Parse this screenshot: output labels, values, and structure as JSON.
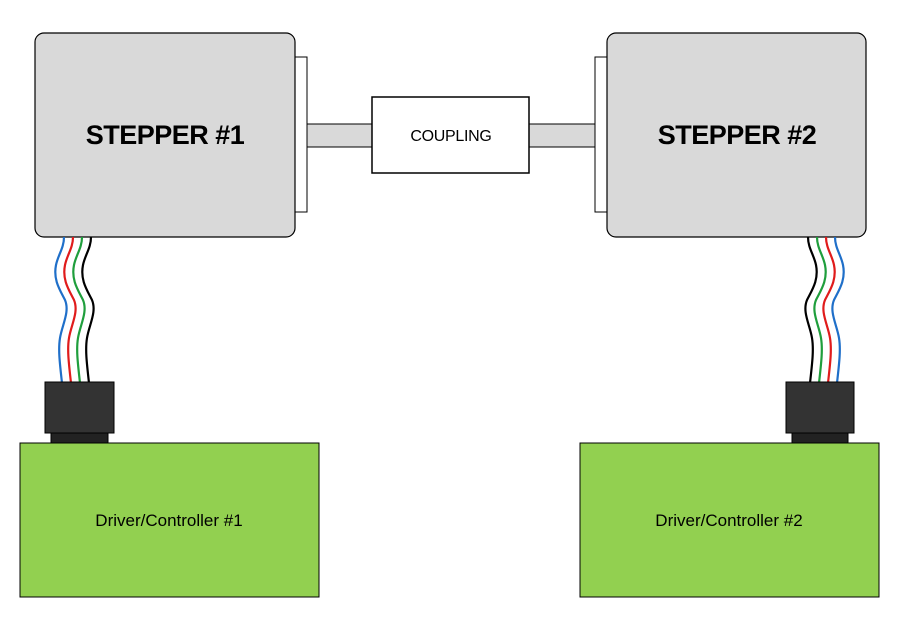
{
  "motors": [
    {
      "label": "STEPPER #1"
    },
    {
      "label": "STEPPER #2"
    }
  ],
  "coupling": {
    "label": "COUPLING"
  },
  "controllers": [
    {
      "label": "Driver/Controller #1"
    },
    {
      "label": "Driver/Controller #2"
    }
  ],
  "colors": {
    "motor_fill": "#d9d9d9",
    "controller_fill": "#92d050",
    "connector_fill": "#333333",
    "wire_blue": "#1f6fc9",
    "wire_red": "#e01b1b",
    "wire_green": "#1f9e3c",
    "wire_black": "#000000"
  }
}
